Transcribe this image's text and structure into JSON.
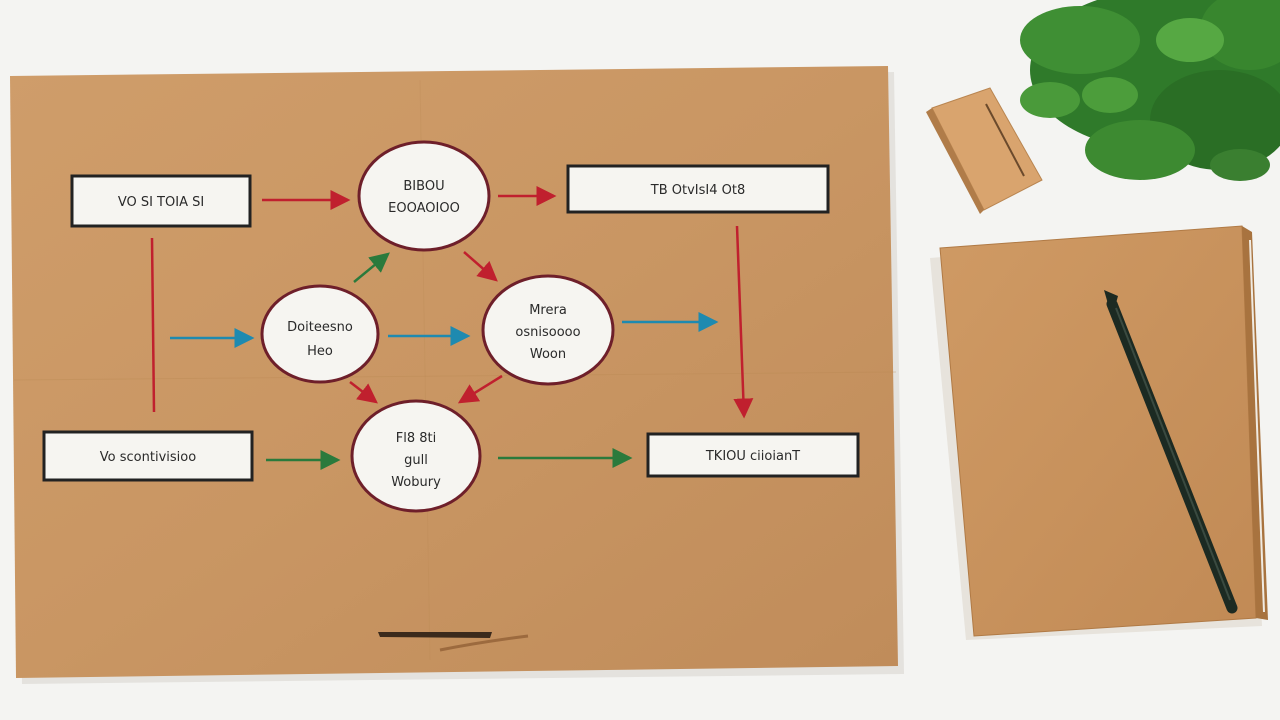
{
  "diagram": {
    "boxes": [
      {
        "id": "box-top-left",
        "label": "VO SI TOIA SI"
      },
      {
        "id": "box-top-right",
        "label": "TB OtvIsI4 Ot8"
      },
      {
        "id": "box-bottom-left",
        "label": "Vo scontivisioo"
      },
      {
        "id": "box-bottom-right",
        "label": "TKIOU ciioianT"
      }
    ],
    "circles": [
      {
        "id": "circle-top",
        "lines": [
          "BIBOU",
          "EOOAOIOO"
        ]
      },
      {
        "id": "circle-left",
        "lines": [
          "Doiteesno",
          "Heo"
        ]
      },
      {
        "id": "circle-right",
        "lines": [
          "Mrera",
          "osnisoooo",
          "Woon"
        ]
      },
      {
        "id": "circle-bottom",
        "lines": [
          "Fl8 8ti",
          "gull",
          "Wobury"
        ]
      }
    ]
  },
  "colors": {
    "paper": "#c99663",
    "red_arrow": "#c0202e",
    "blue_arrow": "#1e8ab0",
    "green_arrow": "#2a7a3c",
    "circle_stroke": "#6e1f2a",
    "box_stroke": "#222222"
  }
}
